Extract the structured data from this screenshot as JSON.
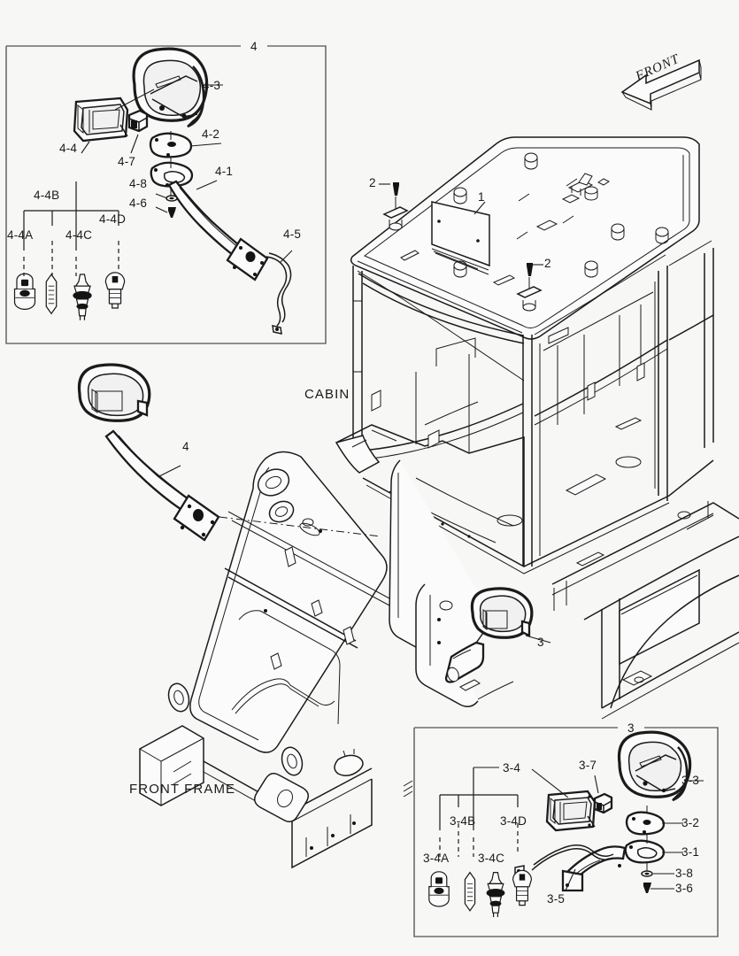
{
  "diagram": {
    "title": "Cab mirror and lamp assembly parts diagram",
    "background_color": "#f7f7f6",
    "line_color": "#1b1b1b",
    "panel_border_color": "#6d6d6d"
  },
  "orientation_marker": {
    "label": "FRONT",
    "name": "front-direction-arrow",
    "points": "left-down"
  },
  "main_view": {
    "region_labels": [
      {
        "text": "CABIN",
        "name": "cabin-label"
      },
      {
        "text": "FRONT FRAME",
        "name": "front-frame-label"
      }
    ],
    "callouts": [
      {
        "text": "1",
        "name": "callout-1"
      },
      {
        "text": "2",
        "name": "callout-2-upper"
      },
      {
        "text": "2",
        "name": "callout-2-lower"
      },
      {
        "text": "3",
        "name": "callout-3-mirror"
      },
      {
        "text": "4",
        "name": "callout-4-mirror"
      }
    ]
  },
  "panel_top": {
    "panel_number": "4",
    "name": "detail-panel-4",
    "callouts": [
      {
        "text": "4-1",
        "name": "callout-4-1"
      },
      {
        "text": "4-2",
        "name": "callout-4-2"
      },
      {
        "text": "4-3",
        "name": "callout-4-3"
      },
      {
        "text": "4-4",
        "name": "callout-4-4"
      },
      {
        "text": "4-5",
        "name": "callout-4-5"
      },
      {
        "text": "4-6",
        "name": "callout-4-6"
      },
      {
        "text": "4-7",
        "name": "callout-4-7"
      },
      {
        "text": "4-8",
        "name": "callout-4-8"
      }
    ],
    "bulb_group": {
      "parent": "4-4",
      "items": [
        {
          "text": "4-4A",
          "name": "callout-4-4a",
          "bulb": "capsule-bulb"
        },
        {
          "text": "4-4B",
          "name": "callout-4-4b",
          "bulb": "festoon-bulb"
        },
        {
          "text": "4-4C",
          "name": "callout-4-4c",
          "bulb": "halogen-h-bulb"
        },
        {
          "text": "4-4D",
          "name": "callout-4-4d",
          "bulb": "bayonet-bulb"
        }
      ]
    }
  },
  "panel_bottom": {
    "panel_number": "3",
    "name": "detail-panel-3",
    "callouts": [
      {
        "text": "3-1",
        "name": "callout-3-1"
      },
      {
        "text": "3-2",
        "name": "callout-3-2"
      },
      {
        "text": "3-3",
        "name": "callout-3-3"
      },
      {
        "text": "3-4",
        "name": "callout-3-4"
      },
      {
        "text": "3-5",
        "name": "callout-3-5"
      },
      {
        "text": "3-6",
        "name": "callout-3-6"
      },
      {
        "text": "3-7",
        "name": "callout-3-7"
      },
      {
        "text": "3-8",
        "name": "callout-3-8"
      }
    ],
    "bulb_group": {
      "parent": "3-4",
      "items": [
        {
          "text": "3-4A",
          "name": "callout-3-4a",
          "bulb": "capsule-bulb"
        },
        {
          "text": "3-4B",
          "name": "callout-3-4b",
          "bulb": "festoon-bulb"
        },
        {
          "text": "3-4C",
          "name": "callout-3-4c",
          "bulb": "halogen-h-bulb"
        },
        {
          "text": "3-4D",
          "name": "callout-3-4d",
          "bulb": "bayonet-bulb"
        }
      ]
    }
  }
}
